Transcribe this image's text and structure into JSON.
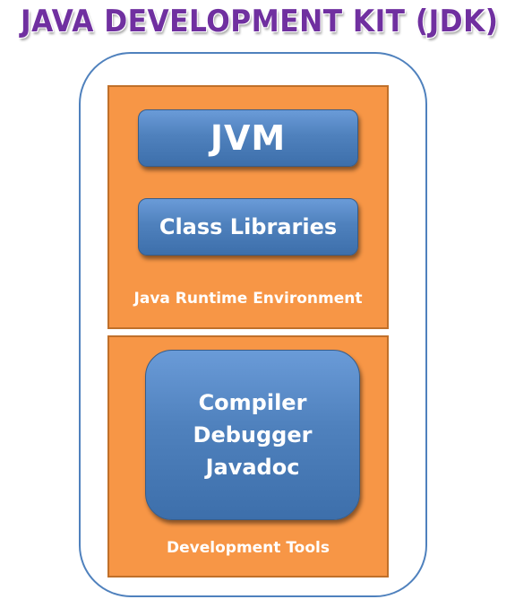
{
  "title": "JAVA DEVELOPMENT KIT (JDK)",
  "jre": {
    "jvm_label": "JVM",
    "class_libraries_label": "Class Libraries",
    "label": "Java Runtime Environment"
  },
  "development_tools": {
    "items": [
      "Compiler",
      "Debugger",
      "Javadoc"
    ],
    "label": "Development Tools"
  },
  "colors": {
    "title": "#7030a0",
    "frame_border": "#4f81bd",
    "panel_fill": "#f79646",
    "box_fill": "#4f81bd",
    "label_text": "#ffffff"
  }
}
